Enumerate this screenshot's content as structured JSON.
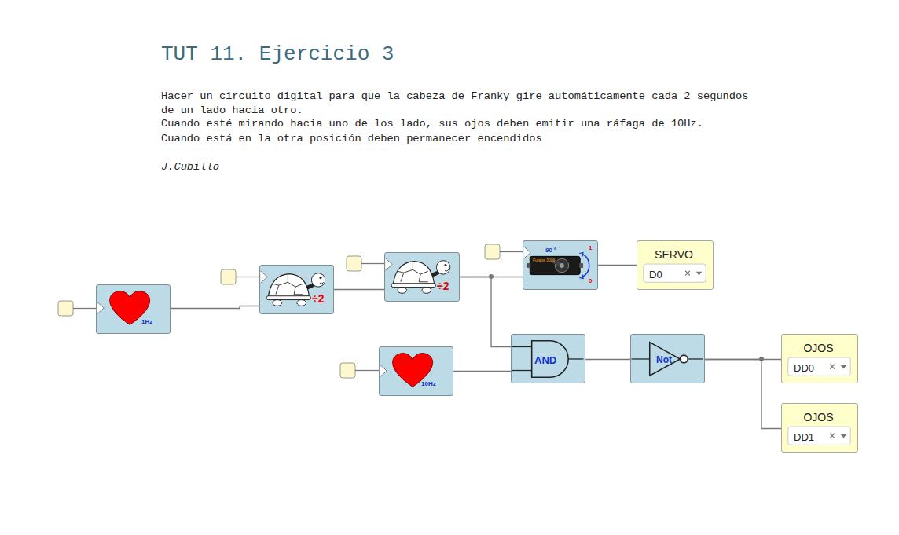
{
  "diagram": {
    "title": "TUT 11. Ejercicio 3",
    "nodes": [
      {
        "text": [
          "1Hz"
        ]
      },
      {
        "text": [
          "÷2"
        ]
      },
      {
        "text": [
          "÷2"
        ]
      },
      {
        "text": [
          "90 º",
          "1",
          "0",
          "Futaba 3003"
        ]
      },
      {
        "text": [
          "SERVO",
          "D0"
        ]
      },
      {
        "text": [
          "10Hz"
        ]
      },
      {
        "text": [
          "AND"
        ]
      },
      {
        "text": [
          "Not"
        ]
      },
      {
        "text": [
          "OJOS",
          "DD0"
        ]
      },
      {
        "text": [
          "OJOS",
          "DD1"
        ]
      }
    ],
    "edges": [
      {
        "from": 0,
        "to": 1,
        "arrow": "none"
      },
      {
        "from": 1,
        "to": 2,
        "arrow": "none"
      },
      {
        "from": 2,
        "to": 3,
        "arrow": "none"
      },
      {
        "from": 2,
        "to": 6,
        "arrow": "none"
      },
      {
        "from": 3,
        "to": 4,
        "arrow": "none"
      },
      {
        "from": 5,
        "to": 6,
        "arrow": "none"
      },
      {
        "from": 6,
        "to": 7,
        "arrow": "none"
      },
      {
        "from": 7,
        "to": 8,
        "arrow": "none"
      },
      {
        "from": 7,
        "to": 9,
        "arrow": "none"
      }
    ],
    "labels": [
      "Hacer un circuito digital para que la cabeza de Franky gire automáticamente cada 2 segundos",
      "de un lado hacia otro.",
      "Cuando esté mirando hacia uno de los lado, sus ojos deben emitir una ráfaga de 10Hz.",
      "Cuando está en la otra posición deben permanecer encendidos",
      "J.Cubillo"
    ]
  }
}
